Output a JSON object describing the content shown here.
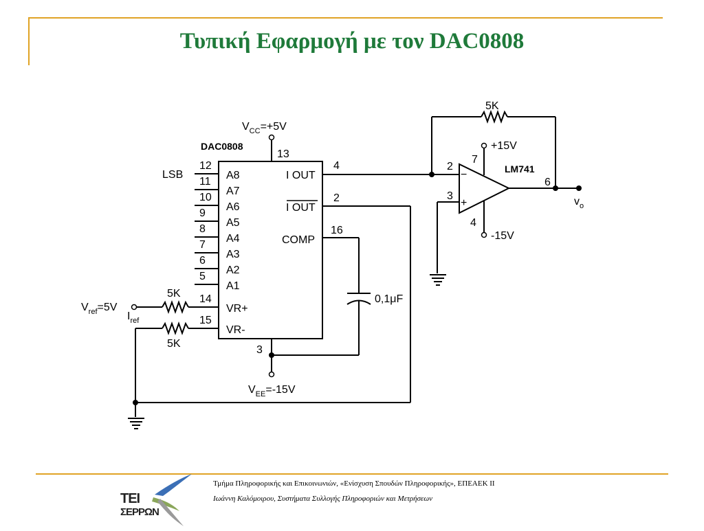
{
  "slide": {
    "title": "Τυπική Εφαρμογή με τον DAC0808",
    "accent_color": "#e0a325",
    "title_color": "#1f7a3a"
  },
  "circuit": {
    "dac": {
      "name": "DAC0808",
      "left_pins": [
        {
          "num": "12",
          "label": "A8"
        },
        {
          "num": "11",
          "label": "A7"
        },
        {
          "num": "10",
          "label": "A6"
        },
        {
          "num": "9",
          "label": "A5"
        },
        {
          "num": "8",
          "label": "A4"
        },
        {
          "num": "7",
          "label": "A3"
        },
        {
          "num": "6",
          "label": "A2"
        },
        {
          "num": "5",
          "label": "A1"
        },
        {
          "num": "14",
          "label": "VR+"
        },
        {
          "num": "15",
          "label": "VR-"
        }
      ],
      "right_pins": [
        {
          "num": "4",
          "label": "I OUT"
        },
        {
          "num": "2",
          "label": "I OUT"
        },
        {
          "num": "16",
          "label": "COMP"
        }
      ],
      "top_pin": "13",
      "bottom_pin": "3",
      "lsb_label": "LSB"
    },
    "vcc": {
      "main": "V",
      "sub": "CC",
      "value": "=+5V"
    },
    "vee": {
      "main": "V",
      "sub": "EE",
      "value": "=-15V"
    },
    "vref": {
      "main": "V",
      "sub": "ref",
      "value": "=5V"
    },
    "iref": {
      "main": "I",
      "sub": "ref"
    },
    "resistors": {
      "r_vref": "5K",
      "r_vneg": "5K",
      "r_feedback": "5K"
    },
    "capacitor": "0,1μF",
    "opamp": {
      "name": "LM741",
      "pin_inv": "2",
      "pin_noninv": "3",
      "pin_vplus": "7",
      "pin_vminus": "4",
      "pin_out": "6",
      "vplus": "+15V",
      "vminus": "-15V",
      "minus_sign": "−",
      "plus_sign": "+"
    },
    "vo": {
      "main": "v",
      "sub": "o"
    }
  },
  "footer": {
    "line1": "Τμήμα Πληροφορικής και Επικοινωνιών, «Ενίσχυση Σπουδών Πληροφορικής», ΕΠΕΑΕΚ ΙΙ",
    "line2": "Ιωάννη Καλόμοιρου, Συστήματα Συλλογής Πληροφοριών και Μετρήσεων"
  },
  "logo": {
    "line1": "ΤΕΙ",
    "line2": "ΣΕΡΡΩΝ"
  }
}
